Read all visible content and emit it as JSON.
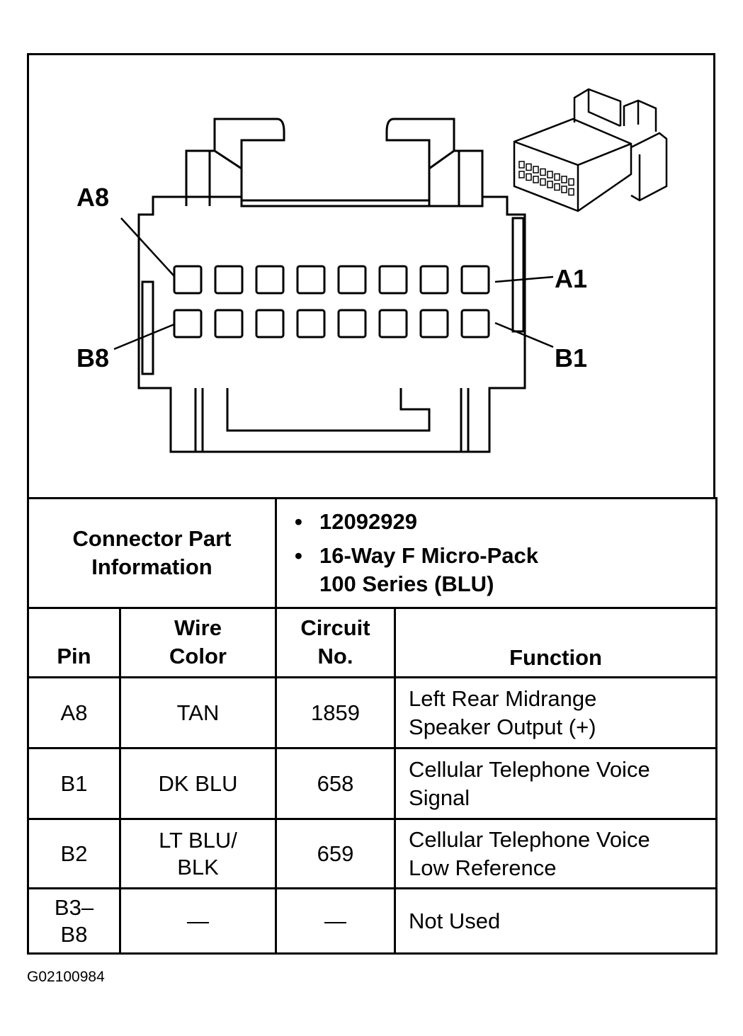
{
  "diagram": {
    "labels": {
      "a8": "A8",
      "a1": "A1",
      "b8": "B8",
      "b1": "B1"
    }
  },
  "part_info": {
    "label": "Connector Part\nInformation",
    "bullet": "•",
    "items": [
      "12092929",
      "16-Way F Micro-Pack\n100 Series (BLU)"
    ]
  },
  "table": {
    "headers": {
      "pin": "Pin",
      "wire_color": "Wire\nColor",
      "circuit": "Circuit\nNo.",
      "function": "Function"
    },
    "rows": [
      {
        "pin": "A8",
        "wire_color": "TAN",
        "circuit": "1859",
        "function": "Left Rear Midrange\nSpeaker Output (+)"
      },
      {
        "pin": "B1",
        "wire_color": "DK BLU",
        "circuit": "658",
        "function": "Cellular Telephone Voice\nSignal"
      },
      {
        "pin": "B2",
        "wire_color": "LT BLU/\nBLK",
        "circuit": "659",
        "function": "Cellular Telephone Voice\nLow Reference"
      },
      {
        "pin": "B3–\nB8",
        "wire_color": "—",
        "circuit": "—",
        "function": "Not Used"
      }
    ]
  },
  "figure_id": "G02100984"
}
